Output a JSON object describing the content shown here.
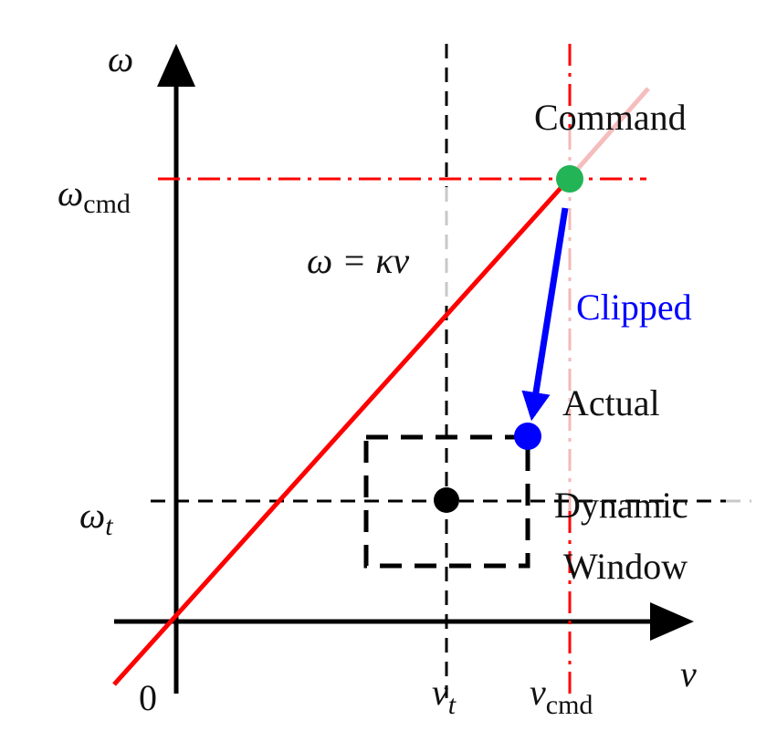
{
  "diagram": {
    "axes": {
      "y_label": "ω",
      "x_label": "v",
      "origin_label": "0"
    },
    "tick_labels": {
      "omega_cmd": {
        "base": "ω",
        "sub": "cmd"
      },
      "omega_t": {
        "base": "ω",
        "sub": "t"
      },
      "v_t": {
        "base": "v",
        "sub": "t"
      },
      "v_cmd": {
        "base": "v",
        "sub": "cmd"
      }
    },
    "line_equation": "ω = κv",
    "annotations": {
      "command": "Command",
      "clipped": "Clipped",
      "actual": "Actual",
      "dynamic_window_line1": "Dynamic",
      "dynamic_window_line2": "Window"
    },
    "colors": {
      "constraint_line": "#ff0000",
      "command_point": "#22b455",
      "actual_point": "#0000ff",
      "target_point": "#000000",
      "clip_arrow": "#0000ff",
      "clipped_text": "#0000ff",
      "guide_dashdot": "#ff0000",
      "guide_dashed": "#000000"
    }
  }
}
